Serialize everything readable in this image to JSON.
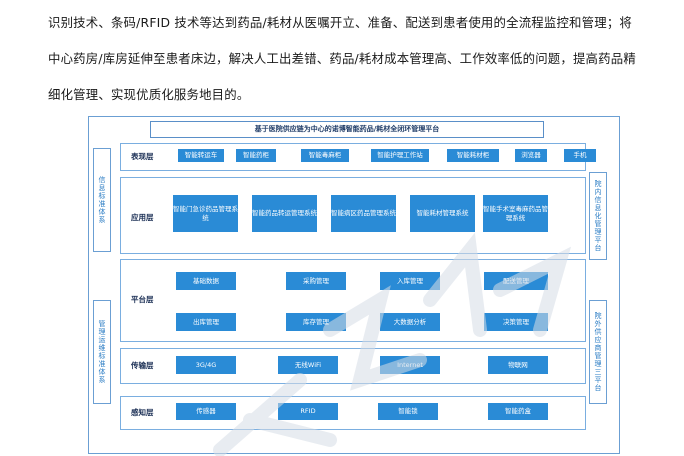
{
  "paragraph": {
    "line1": "识别技术、条码/RFID 技术等达到药品/耗材从医嘱开立、准备、配送到患者使用的全流程监控和管理；将",
    "line2": "中心药房/库房延伸至患者床边，解决人工出差错、药品/耗材成本管理高、工作效率低的问题，提高药品精",
    "line3": "细化管理、实现优质化服务地目的。"
  },
  "diagram": {
    "title": "基于医院供应链为中心的诺博智能药品/耗材全闭环管理平台",
    "left_bars": [
      "信息标准体系",
      "管理运维标准体系"
    ],
    "right_bars": [
      "院内信息化管理平台",
      "院外供应商管理三平台"
    ],
    "layers": [
      {
        "label": "表现层",
        "items": [
          "智能转运车",
          "智能药柜",
          "智能毒麻柜",
          "智能护理工作站",
          "智能耗材柜",
          "浏览器",
          "手机"
        ]
      },
      {
        "label": "应用层",
        "items": [
          "智能门急诊药品管理系统",
          "智能药品转运管理系统",
          "智能病区药品管理系统",
          "智能耗材管理系统",
          "智能手术室毒麻药品管理系统"
        ]
      },
      {
        "label": "平台层",
        "items": [
          "基础数据",
          "采购管理",
          "入库管理",
          "配送管理",
          "出库管理",
          "库存管理",
          "大数据分析",
          "决策管理"
        ]
      },
      {
        "label": "传输层",
        "items": [
          "3G/4G",
          "无线WiFi",
          "Internet",
          "物联网"
        ]
      },
      {
        "label": "感知层",
        "items": [
          "传感器",
          "RFID",
          "智能锁",
          "智能药盒"
        ]
      }
    ]
  }
}
